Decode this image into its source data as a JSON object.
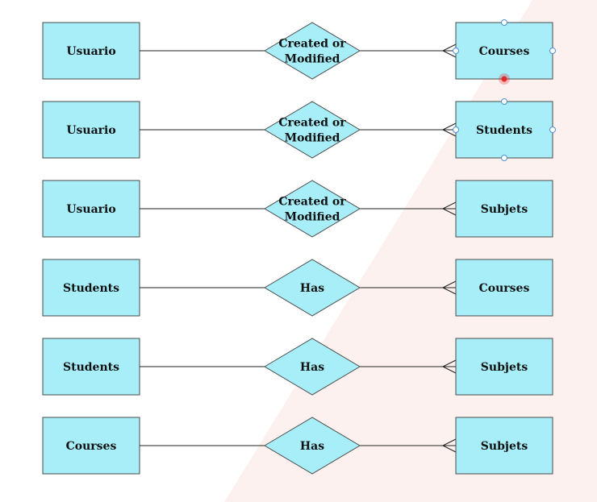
{
  "colors": {
    "fill": "#a7eef9",
    "stroke": "#4a4a4a",
    "edge": "#222222",
    "background_tint": "#fdf1ef",
    "handle_stroke": "#4a8fd6",
    "handle_fill": "#ffffff",
    "rotate_handle": "#e02a2a"
  },
  "rows": [
    {
      "left": "Usuario",
      "relation": [
        "Created or",
        "Modified"
      ],
      "right": "Courses",
      "selected": true,
      "handles": [
        "top",
        "left",
        "right"
      ]
    },
    {
      "left": "Usuario",
      "relation": [
        "Created or",
        "Modified"
      ],
      "right": "Students",
      "selected": true,
      "handles": [
        "top",
        "left",
        "right",
        "bottom"
      ]
    },
    {
      "left": "Usuario",
      "relation": [
        "Created or",
        "Modified"
      ],
      "right": "Subjets",
      "selected": false,
      "handles": []
    },
    {
      "left": "Students",
      "relation": [
        "Has"
      ],
      "right": "Courses",
      "selected": false,
      "handles": []
    },
    {
      "left": "Students",
      "relation": [
        "Has"
      ],
      "right": "Subjets",
      "selected": false,
      "handles": []
    },
    {
      "left": "Courses",
      "relation": [
        "Has"
      ],
      "right": "Subjets",
      "selected": false,
      "handles": []
    }
  ],
  "rotate_handle_row": 0
}
